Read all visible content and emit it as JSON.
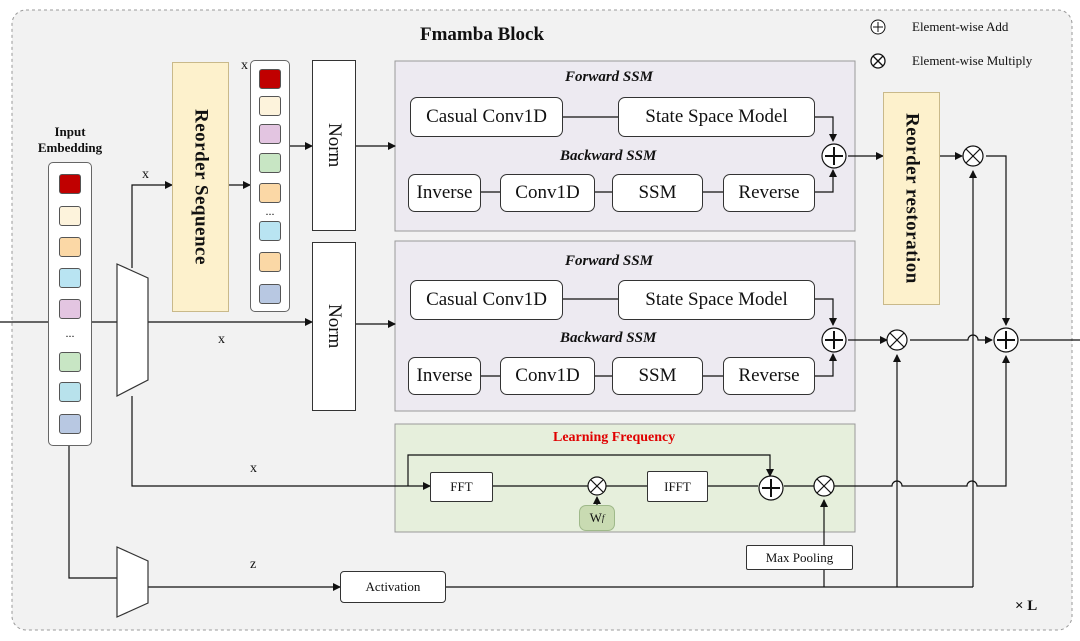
{
  "title": "Fmamba Block",
  "legend": {
    "add_label": "Element-wise Add",
    "multiply_label": "Element-wise Multiply"
  },
  "input_embedding": "Input\nEmbedding",
  "input_label_line1": "Input",
  "input_label_line2": "Embedding",
  "reorder_sequence": "Reorder Sequence",
  "reorder_restoration": "Reorder restoration",
  "norm": "Norm",
  "ssm_blocks": {
    "forward_title": "Forward SSM",
    "backward_title": "Backward SSM",
    "casual_conv": "Casual Conv1D",
    "state_space_model": "State Space Model",
    "inverse": "Inverse",
    "conv1d": "Conv1D",
    "ssm": "SSM",
    "reverse": "Reverse"
  },
  "learning_frequency": {
    "title": "Learning Frequency",
    "fft": "FFT",
    "ifft": "IFFT",
    "weight": "W",
    "weight_sub": "f"
  },
  "activation": "Activation",
  "max_pooling": "Max Pooling",
  "edge_labels": {
    "x": "x",
    "z": "z"
  },
  "repeat_label": "× L",
  "colors": {
    "token_palette": [
      "#c00000",
      "#fdf3dc",
      "#fbd8a6",
      "#b9e4f2",
      "#e3c5e1",
      "#c8e6c4",
      "#b8e2ec",
      "#b8c8e2"
    ],
    "ssm_panel": "#edeaf1",
    "freq_panel": "#e6efdc",
    "reorder_fill": "#fdf1cc",
    "freq_title": "#e00000"
  }
}
